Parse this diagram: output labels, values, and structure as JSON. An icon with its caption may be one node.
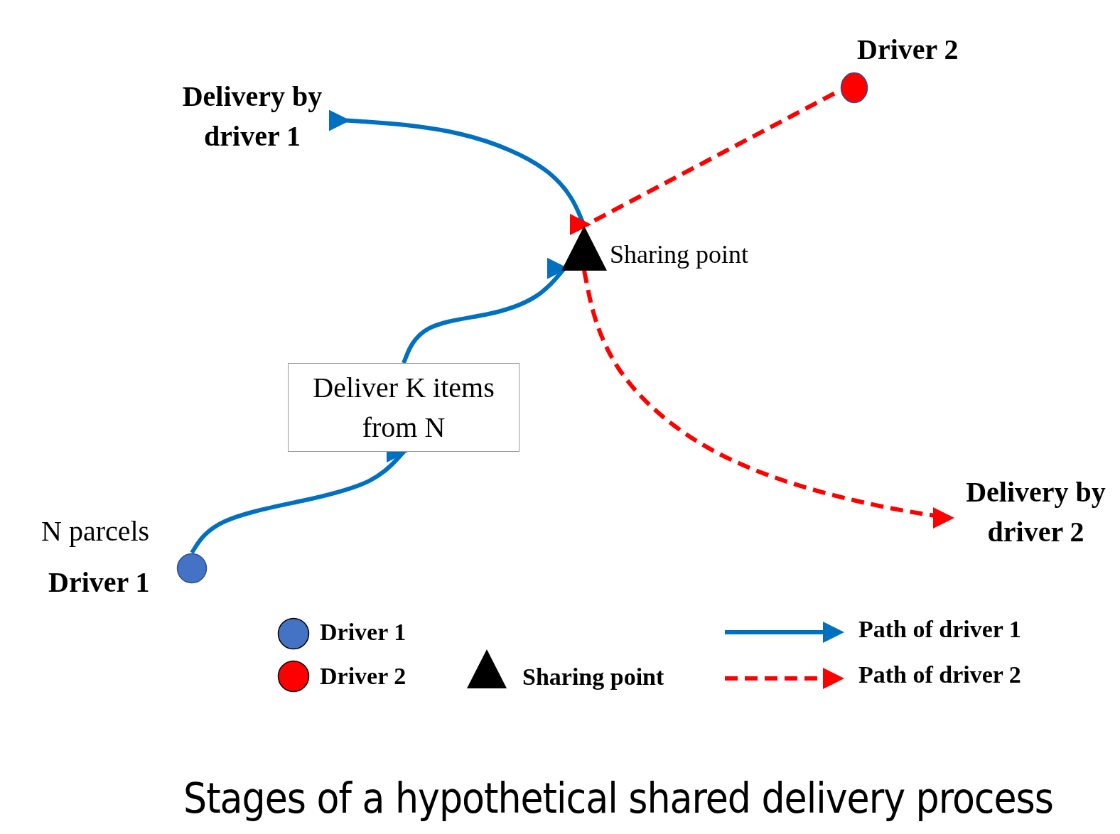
{
  "diagram": {
    "caption": "Stages of a hypothetical shared delivery process",
    "nodes": [
      {
        "text": [],
        "shape": "circle",
        "beside": [
          "N parcels",
          "Driver 1"
        ]
      },
      {
        "text": [
          "Deliver K items from N"
        ]
      },
      {
        "text": [],
        "shape": "triangle",
        "beside": [
          "Sharing point"
        ]
      },
      {
        "text": [
          "Delivery by driver 1"
        ]
      },
      {
        "text": [],
        "shape": "circle",
        "beside": [
          "Driver 2"
        ]
      },
      {
        "text": [
          "Delivery by driver 2"
        ]
      }
    ],
    "edges": [
      {
        "from": 0,
        "to": 1,
        "arrow": "to"
      },
      {
        "from": 1,
        "to": 2,
        "arrow": "to"
      },
      {
        "from": 2,
        "to": 3,
        "arrow": "to"
      },
      {
        "from": 4,
        "to": 2,
        "arrow": "to",
        "style": "dashed",
        "color": "#ff0000"
      },
      {
        "from": 2,
        "to": 5,
        "arrow": "to",
        "style": "dashed",
        "color": "#ff0000"
      }
    ],
    "legend": [
      {
        "text": "Driver 1",
        "color": "#4472c4"
      },
      {
        "text": "Driver 2",
        "color": "#ff0000"
      },
      {
        "text": "Sharing point"
      },
      {
        "text": "Path of driver 1"
      },
      {
        "text": "Path of driver 2"
      }
    ]
  }
}
